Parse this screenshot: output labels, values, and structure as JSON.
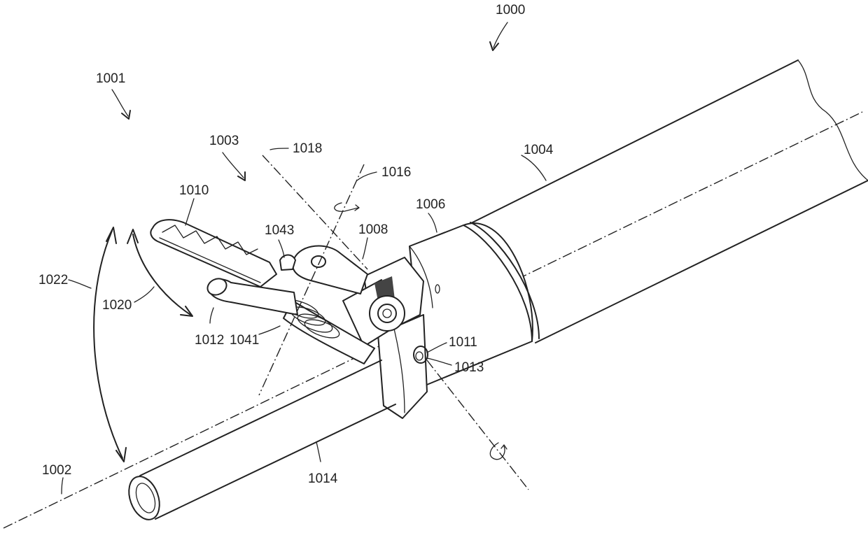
{
  "figure": {
    "labels": {
      "r1000": "1000",
      "r1001": "1001",
      "r1002": "1002",
      "r1003": "1003",
      "r1004": "1004",
      "r1006": "1006",
      "r1008": "1008",
      "r1010": "1010",
      "r1011": "1011",
      "r1012": "1012",
      "r1013": "1013",
      "r1014": "1014",
      "r1016": "1016",
      "r1018": "1018",
      "r1020": "1020",
      "r1022": "1022",
      "r1041": "1041",
      "r1043": "1043"
    }
  }
}
